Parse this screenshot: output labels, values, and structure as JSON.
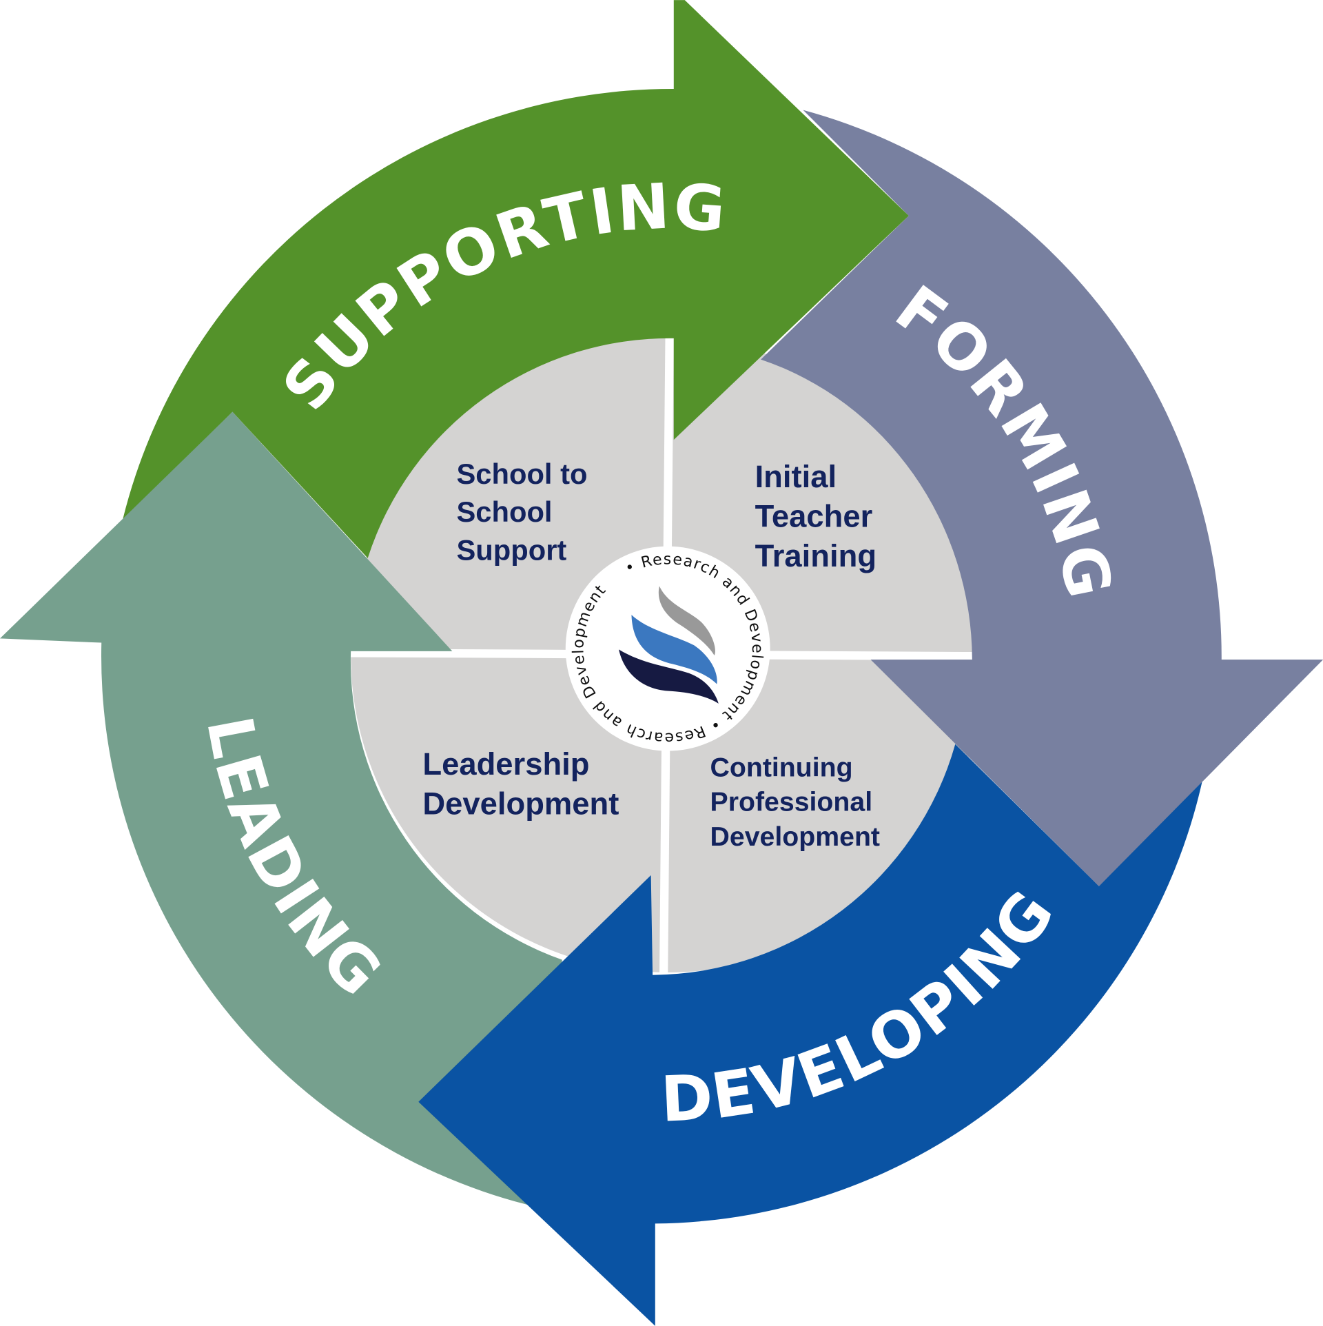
{
  "colors": {
    "supporting": "#54922a",
    "forming": "#7880a0",
    "developing": "#0a53a3",
    "leading": "#76a08e",
    "quadrant": "#d4d3d2",
    "inner_text": "#13235e",
    "logo_gray": "#999999",
    "logo_blue": "#3b78c0",
    "logo_navy": "#161a42"
  },
  "cycle": {
    "supporting": "SUPPORTING",
    "forming": "FORMING",
    "developing": "DEVELOPING",
    "leading": "LEADING"
  },
  "quadrants": {
    "top_left": [
      "School to",
      "School",
      "Support"
    ],
    "top_right": [
      "Initial",
      "Teacher",
      "Training"
    ],
    "bottom_left": [
      "Leadership",
      "Development"
    ],
    "bottom_right": [
      "Continuing",
      "Professional",
      "Development"
    ]
  },
  "center": {
    "ring_text": "• Research and Development • Research and Development"
  }
}
